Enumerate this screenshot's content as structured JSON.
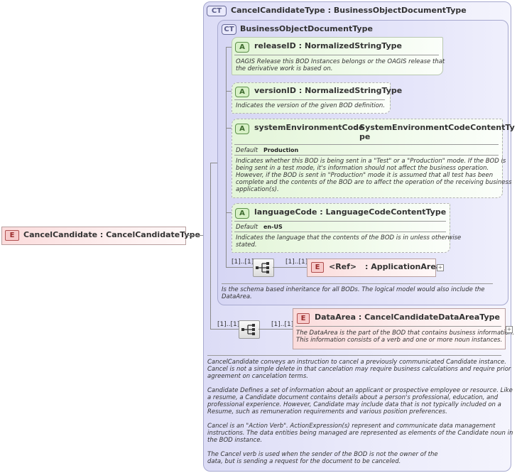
{
  "root_element": {
    "badge": "E",
    "name": "CancelCandidate",
    "type": ": CancelCandidateType"
  },
  "complex_type": {
    "badge": "CT",
    "name": "CancelCandidateType",
    "type": ": BusinessObjectDocumentType",
    "base": {
      "badge": "CT",
      "name": "BusinessObjectDocumentType",
      "attributes": [
        {
          "badge": "A",
          "name": "releaseID",
          "type": ": NormalizedStringType",
          "desc_lines": [
            "OAGIS Release this BOD Instances belongs or the OAGIS release that",
            "the derivative work is based on."
          ]
        },
        {
          "badge": "A",
          "name": "versionID",
          "type": ": NormalizedStringType",
          "desc_lines": [
            "Indicates the version of the given BOD definition."
          ]
        },
        {
          "badge": "A",
          "name": "systemEnvironmentCode",
          "type_lines": [
            ": SystemEnvironmentCodeContentTy",
            "pe"
          ],
          "default_label": "Default",
          "default_value": "Production",
          "desc_lines": [
            "Indicates whether this BOD is being sent in a \"Test\" or a \"Production\" mode. If the BOD is",
            "being sent in a test mode, it's information should not affect the business operation.",
            "However, if the BOD is sent in \"Production\" mode it is assumed that all test has been",
            "complete and the contents of the BOD are to affect the operation of the receiving business",
            "application(s)."
          ]
        },
        {
          "badge": "A",
          "name": "languageCode",
          "type": ": LanguageCodeContentType",
          "default_label": "Default",
          "default_value": "en-US",
          "desc_lines": [
            "Indicates the language that the contents of the BOD is in unless otherwise",
            "stated."
          ]
        }
      ],
      "sequence_card": "[1]..[1]",
      "app_area": {
        "card": "[1]..[1]",
        "badge": "E",
        "ref": "<Ref>",
        "name": ": ApplicationArea"
      },
      "desc_lines": [
        "Is the schema based inheritance for all BODs. The logical model would also include the",
        "DataArea."
      ]
    },
    "sequence_card": "[1]..[1]",
    "data_area": {
      "card": "[1]..[1]",
      "badge": "E",
      "name": "DataArea",
      "type": ": CancelCandidateDataAreaType",
      "desc_lines": [
        "The DataArea is the part of the BOD that contains business information.",
        "This information consists of a verb and one or more noun instances."
      ]
    },
    "desc_lines": [
      "CancelCandidate conveys an instruction to cancel a previously communicated Candidate instance.",
      "Cancel is not a simple delete in that cancelation may require business calculations and require prior",
      "agreement on cancelation terms.",
      "",
      "Candidate  Defines a set of information about an applicant or prospective employee or resource. Like",
      "a resume, a Candidate document contains details about a person's professional, education, and",
      "professional experience. However, Candidate may include data that is not typically included on a",
      "Resume, such as remuneration requirements and various position preferences.",
      "",
      "Cancel is an \"Action Verb\". ActionExpression(s) represent and communicate data management",
      "instructions. The data entities being managed are represented as elements of the Candidate noun in",
      "the BOD instance.",
      "",
      "The Cancel verb is used when the sender of the BOD is not the owner of the",
      "data, but is sending a request for the document to be canceled."
    ]
  }
}
